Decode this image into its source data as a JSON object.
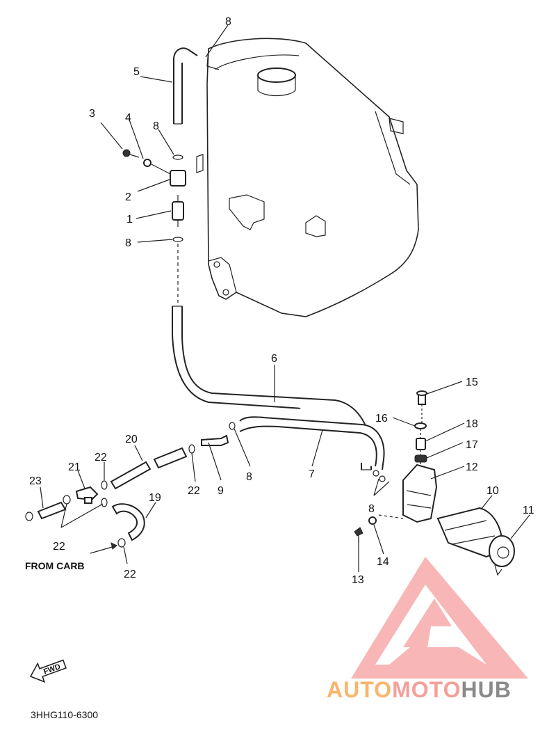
{
  "callouts": {
    "c1": "1",
    "c2": "2",
    "c3": "3",
    "c4": "4",
    "c5": "5",
    "c6": "6",
    "c7": "7",
    "c8a": "8",
    "c8b": "8",
    "c8c": "8",
    "c8d": "8",
    "c8e": "8",
    "c9": "9",
    "c10": "10",
    "c11": "11",
    "c12": "12",
    "c13": "13",
    "c14": "14",
    "c15": "15",
    "c16": "16",
    "c17": "17",
    "c18": "18",
    "c19": "19",
    "c20": "20",
    "c21": "21",
    "c22a": "22",
    "c22b": "22",
    "c22c": "22",
    "c22d": "22",
    "c23": "23"
  },
  "labels": {
    "from_carb": "FROM CARB",
    "fwd": "FWD",
    "diagram_code": "3HHG110-6300"
  },
  "watermark": {
    "part1": "AUTO",
    "part2": "MOTO",
    "part3": "HUB",
    "colors": {
      "part1": "#f9b56b",
      "part2": "#f4a09a",
      "part3": "#8a8a8a",
      "logo": "#f47c7c"
    }
  }
}
